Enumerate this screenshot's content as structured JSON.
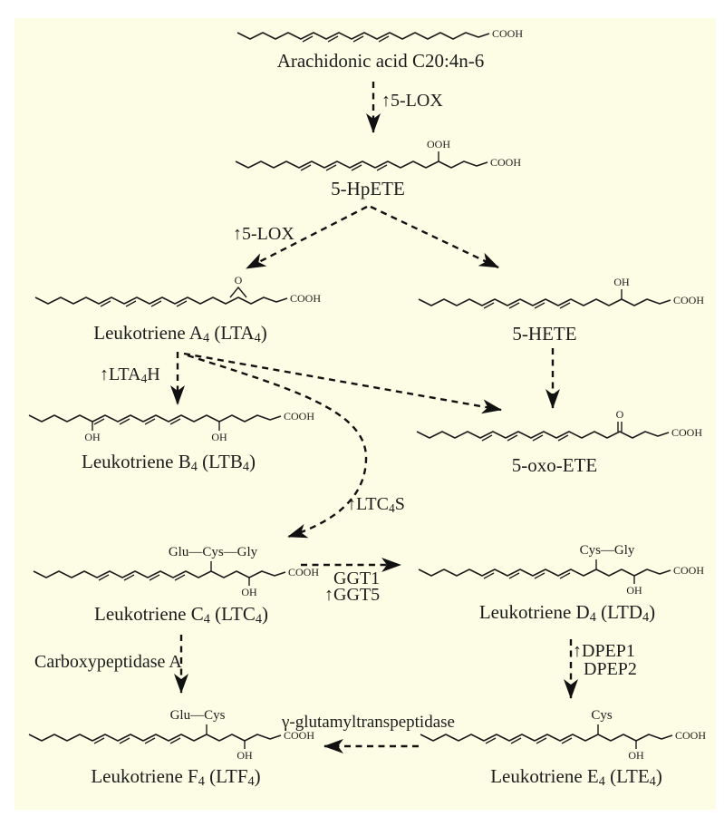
{
  "canvas": {
    "page_bg": "#ffffff",
    "panel_bg": "#fdfde6",
    "ink": "#1c1c1c"
  },
  "molecules": {
    "arachidonic": {
      "name": "Arachidonic acid C20:4n-6",
      "cooh": "COOH"
    },
    "hpete": {
      "name": "5-HpETE",
      "cooh": "COOH",
      "substituent": "OOH"
    },
    "lta4": {
      "name_parts": [
        "Leukotriene A",
        "4",
        " (LTA",
        "4",
        ")"
      ],
      "cooh": "COOH",
      "substituent": "O"
    },
    "hete": {
      "name": "5-HETE",
      "cooh": "COOH",
      "substituent": "OH"
    },
    "ltb4": {
      "name_parts": [
        "Leukotriene B",
        "4",
        " (LTB",
        "4",
        ")"
      ],
      "cooh": "COOH",
      "oh1": "OH",
      "oh2": "OH"
    },
    "oxoete": {
      "name": "5-oxo-ETE",
      "cooh": "COOH",
      "substituent": "O"
    },
    "ltc4": {
      "name_parts": [
        "Leukotriene C",
        "4",
        " (LTC",
        "4",
        ")"
      ],
      "cooh": "COOH",
      "peptide": "Glu—Cys—Gly",
      "oh": "OH"
    },
    "ltd4": {
      "name_parts": [
        "Leukotriene D",
        "4",
        " (LTD",
        "4",
        ")"
      ],
      "cooh": "COOH",
      "peptide": "Cys—Gly",
      "oh": "OH"
    },
    "ltf4": {
      "name_parts": [
        "Leukotriene F",
        "4",
        " (LTF",
        "4",
        ")"
      ],
      "cooh": "COOH",
      "peptide": "Glu—Cys",
      "oh": "OH"
    },
    "lte4": {
      "name_parts": [
        "Leukotriene E",
        "4",
        " (LTE",
        "4",
        ")"
      ],
      "cooh": "COOH",
      "peptide": "Cys",
      "oh": "OH"
    }
  },
  "enzymes": {
    "lox_top": "↑5-LOX",
    "lox_branch": "↑5-LOX",
    "lta4h_parts": [
      "↑LTA",
      "4",
      "H"
    ],
    "ltc4s_parts": [
      "↑LTC",
      "4",
      "S"
    ],
    "ggt1": "GGT1",
    "ggt5": "↑GGT5",
    "carboxypeptidase_a": "Carboxypeptidase A",
    "dpep1": "↑DPEP1",
    "dpep2": "DPEP2",
    "gamma_glutamyltranspeptidase": "γ-glutamyltranspeptidase"
  }
}
